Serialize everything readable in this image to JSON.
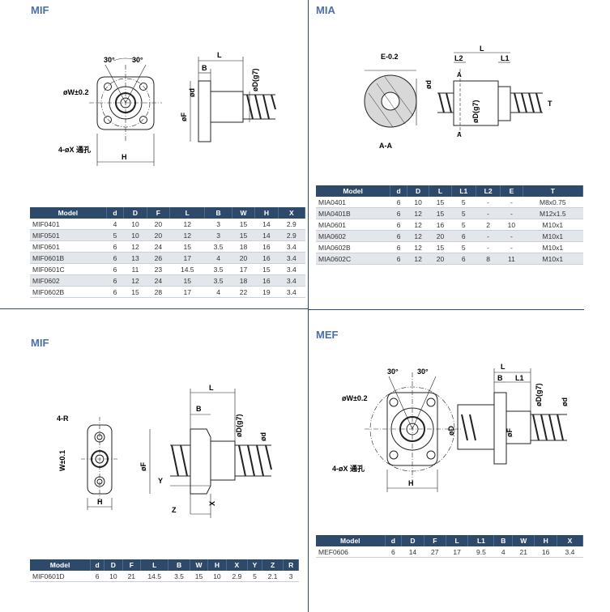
{
  "sections": {
    "top_left_title": "MIF",
    "top_right_title": "MIA",
    "bottom_left_title": "MIF",
    "bottom_right_title": "MEF"
  },
  "drawing_labels": {
    "angle_30": "30°",
    "w_tol": "øW±0.2",
    "holes": "4-øX 通孔",
    "H": "H",
    "L": "L",
    "B": "B",
    "d": "ød",
    "D_g7": "øD(g7)",
    "F": "øF",
    "E_tol": "E-0.2",
    "L1": "L1",
    "L2": "L2",
    "T": "T",
    "A": "A",
    "AA": "A-A",
    "R": "4-R",
    "W_tol2": "W±0.1",
    "Y": "Y",
    "Z": "Z",
    "X": "X",
    "D": "øD"
  },
  "table_mif": {
    "headers": [
      "Model",
      "d",
      "D",
      "F",
      "L",
      "B",
      "W",
      "H",
      "X"
    ],
    "rows": [
      [
        "MIF0401",
        "4",
        "10",
        "20",
        "12",
        "3",
        "15",
        "14",
        "2.9"
      ],
      [
        "MIF0501",
        "5",
        "10",
        "20",
        "12",
        "3",
        "15",
        "14",
        "2.9"
      ],
      [
        "MIF0601",
        "6",
        "12",
        "24",
        "15",
        "3.5",
        "18",
        "16",
        "3.4"
      ],
      [
        "MIF0601B",
        "6",
        "13",
        "26",
        "17",
        "4",
        "20",
        "16",
        "3.4"
      ],
      [
        "MIF0601C",
        "6",
        "11",
        "23",
        "14.5",
        "3.5",
        "17",
        "15",
        "3.4"
      ],
      [
        "MIF0602",
        "6",
        "12",
        "24",
        "15",
        "3.5",
        "18",
        "16",
        "3.4"
      ],
      [
        "MIF0602B",
        "6",
        "15",
        "28",
        "17",
        "4",
        "22",
        "19",
        "3.4"
      ]
    ]
  },
  "table_mia": {
    "headers": [
      "Model",
      "d",
      "D",
      "L",
      "L1",
      "L2",
      "E",
      "T"
    ],
    "rows": [
      [
        "MIA0401",
        "6",
        "10",
        "15",
        "5",
        "-",
        "-",
        "M8x0.75"
      ],
      [
        "MIA0401B",
        "6",
        "12",
        "15",
        "5",
        "-",
        "-",
        "M12x1.5"
      ],
      [
        "MIA0601",
        "6",
        "12",
        "16",
        "5",
        "2",
        "10",
        "M10x1"
      ],
      [
        "MIA0602",
        "6",
        "12",
        "20",
        "6",
        "-",
        "-",
        "M10x1"
      ],
      [
        "MIA0602B",
        "6",
        "12",
        "15",
        "5",
        "-",
        "-",
        "M10x1"
      ],
      [
        "MIA0602C",
        "6",
        "12",
        "20",
        "6",
        "8",
        "11",
        "M10x1"
      ]
    ]
  },
  "table_mif_d": {
    "headers": [
      "Model",
      "d",
      "D",
      "F",
      "L",
      "B",
      "W",
      "H",
      "X",
      "Y",
      "Z",
      "R"
    ],
    "rows": [
      [
        "MIF0601D",
        "6",
        "10",
        "21",
        "14.5",
        "3.5",
        "15",
        "10",
        "2.9",
        "5",
        "2.1",
        "3"
      ]
    ]
  },
  "table_mef": {
    "headers": [
      "Model",
      "d",
      "D",
      "F",
      "L",
      "L1",
      "B",
      "W",
      "H",
      "X"
    ],
    "rows": [
      [
        "MEF0606",
        "6",
        "14",
        "27",
        "17",
        "9.5",
        "4",
        "21",
        "16",
        "3.4"
      ]
    ]
  }
}
